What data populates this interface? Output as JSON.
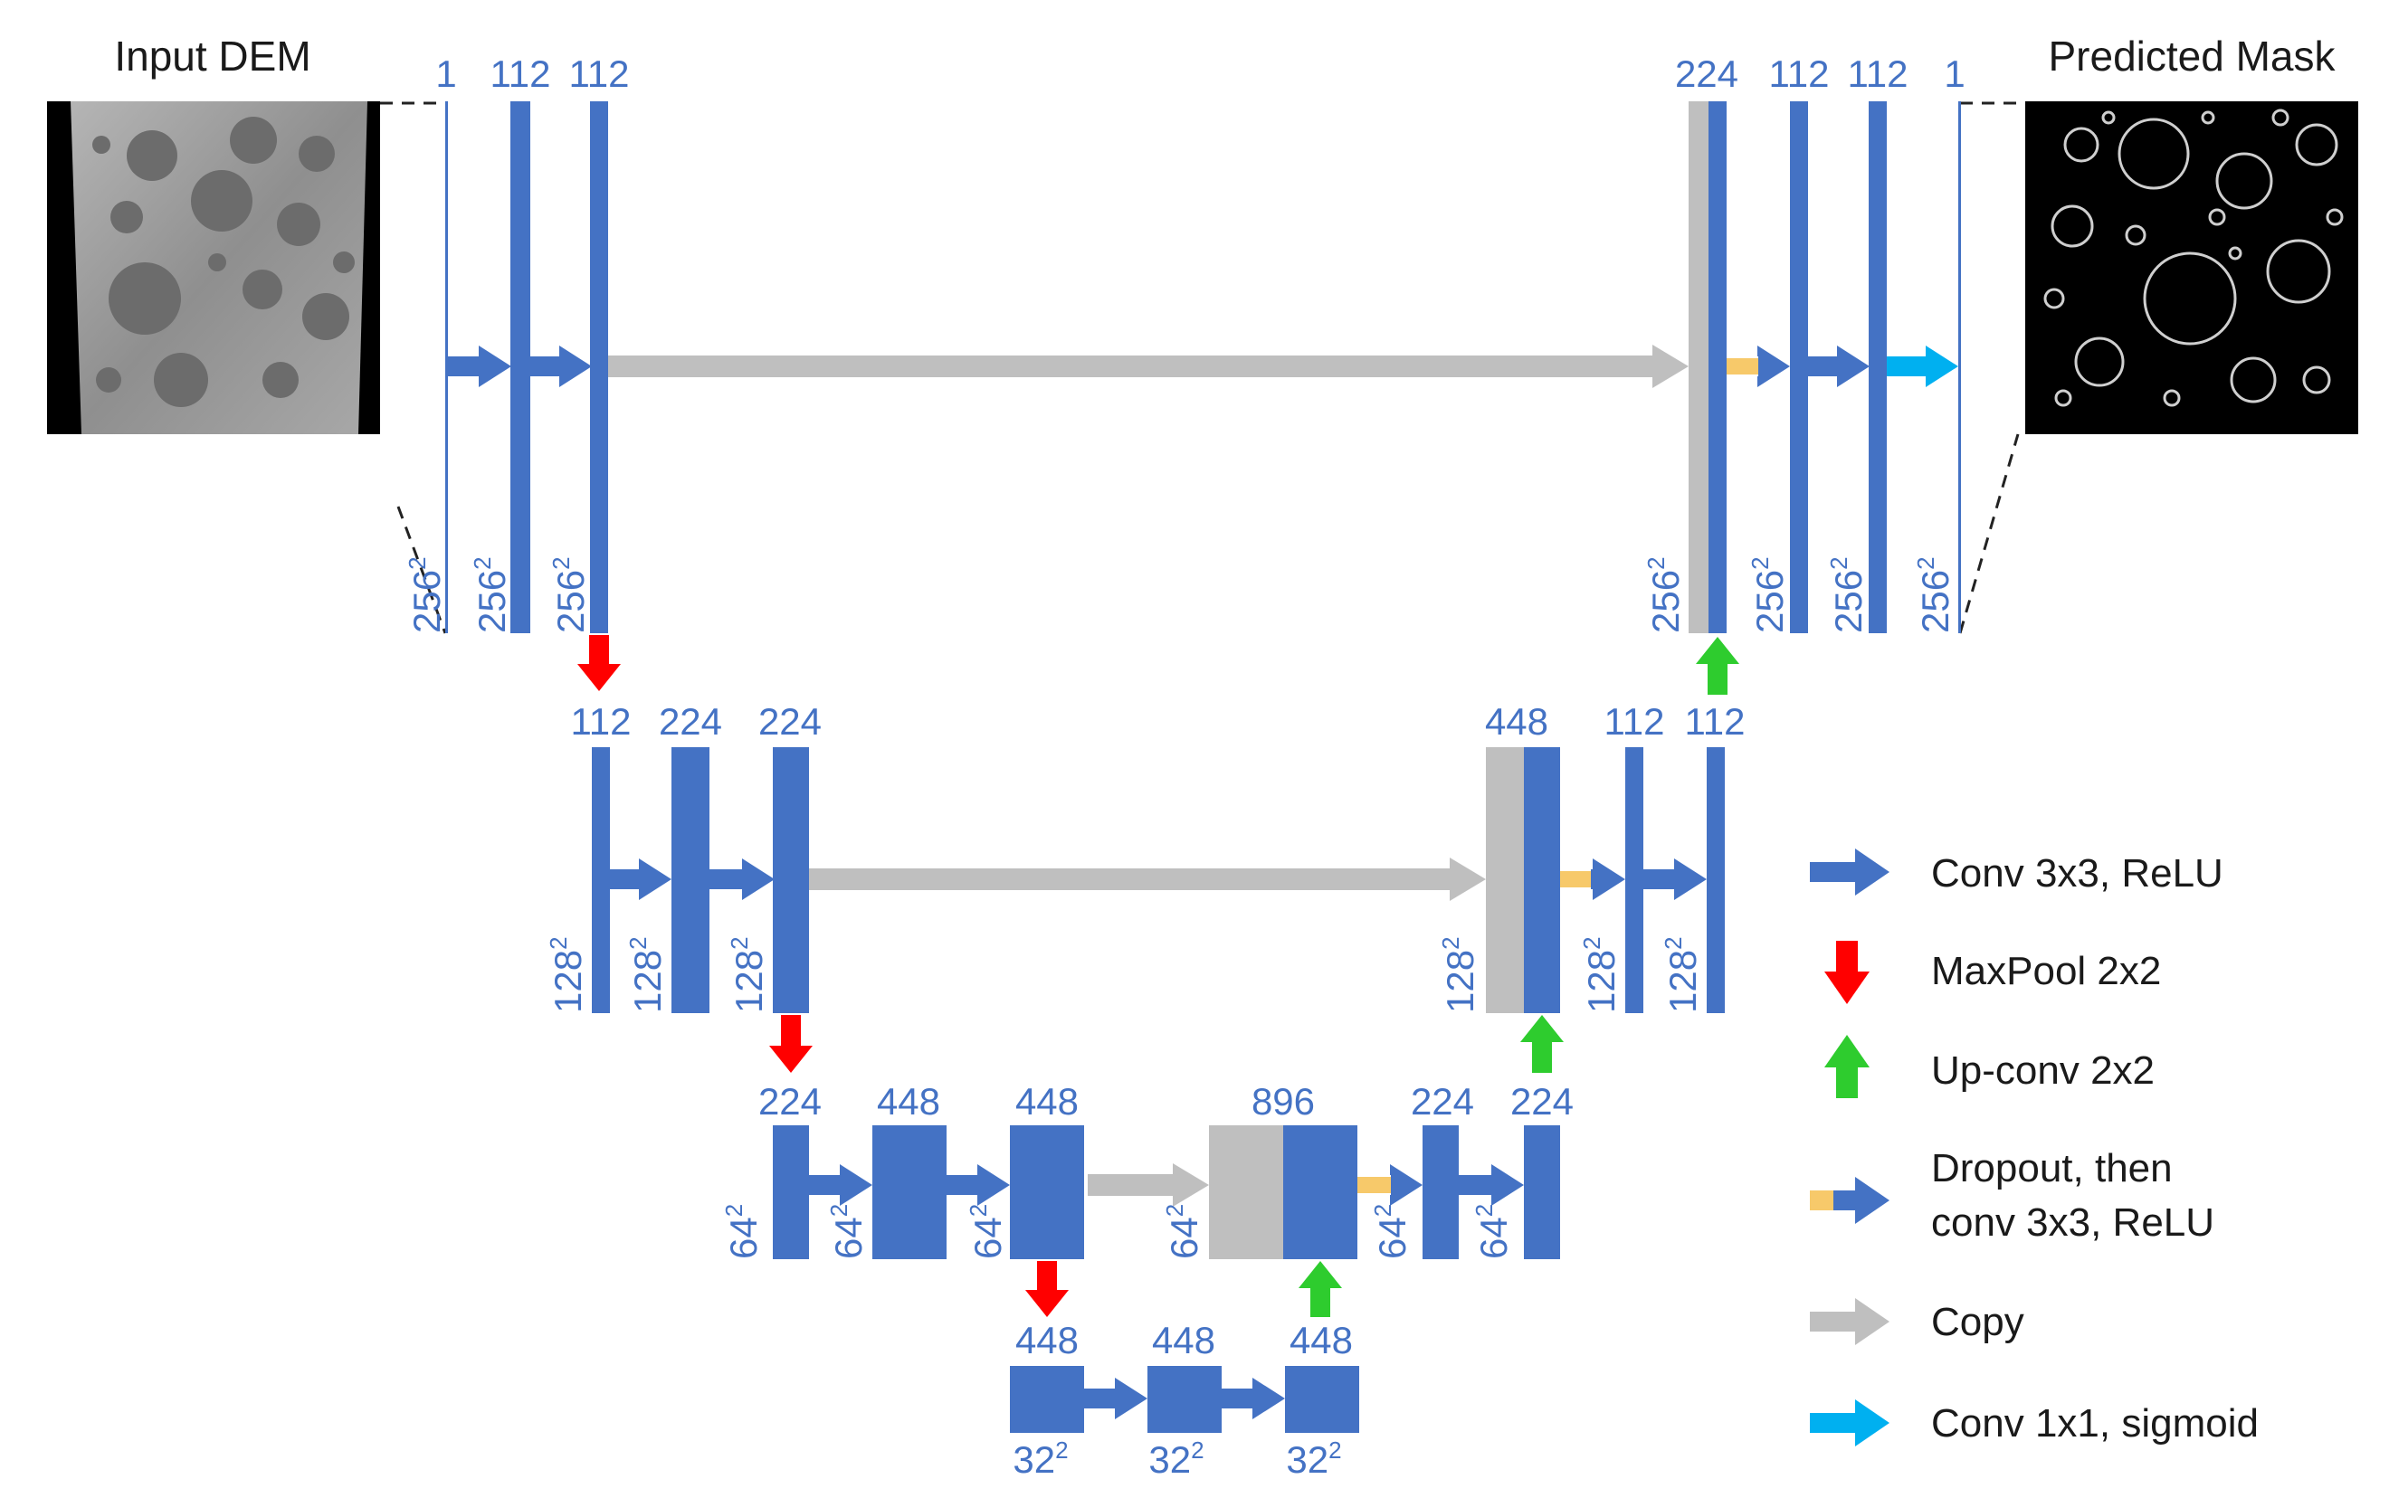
{
  "images": {
    "input_title": "Input DEM",
    "output_title": "Predicted Mask"
  },
  "colors": {
    "layer": "#4472c4",
    "maxpool": "#ff0000",
    "upconv": "#2ecc2e",
    "copy": "#bfbfbf",
    "dropout": "#f7c96a",
    "conv1x1": "#00b0f0"
  },
  "level1": {
    "left": {
      "channels": [
        "1",
        "112",
        "112"
      ],
      "size": [
        "256",
        "256",
        "256"
      ],
      "exp": [
        "2",
        "2",
        "2"
      ]
    },
    "right": {
      "channels": [
        "224",
        "112",
        "112",
        "1"
      ],
      "size": [
        "256",
        "256",
        "256",
        "256"
      ],
      "exp": [
        "2",
        "2",
        "2",
        "2"
      ]
    }
  },
  "level2": {
    "left": {
      "channels": [
        "112",
        "224",
        "224"
      ],
      "size": [
        "128",
        "128",
        "128"
      ],
      "exp": [
        "2",
        "2",
        "2"
      ]
    },
    "right": {
      "channels": [
        "448",
        "112",
        "112"
      ],
      "size": [
        "128",
        "128",
        "128"
      ],
      "exp": [
        "2",
        "2",
        "2"
      ]
    }
  },
  "level3": {
    "left": {
      "channels": [
        "224",
        "448",
        "448"
      ],
      "size": [
        "64",
        "64",
        "64"
      ],
      "exp": [
        "2",
        "2",
        "2"
      ]
    },
    "right": {
      "channels": [
        "896",
        "224",
        "224"
      ],
      "size": [
        "64",
        "64",
        "64"
      ],
      "exp": [
        "2",
        "2",
        "2"
      ]
    }
  },
  "level4": {
    "channels": [
      "448",
      "448",
      "448"
    ],
    "size": [
      "32",
      "32",
      "32"
    ],
    "exp": [
      "2",
      "2",
      "2"
    ]
  },
  "legend": {
    "conv": "Conv 3x3, ReLU",
    "maxpool": "MaxPool 2x2",
    "upconv": "Up-conv 2x2",
    "dropout_line1": "Dropout, then",
    "dropout_line2": "conv 3x3, ReLU",
    "copy": "Copy",
    "conv1x1": "Conv 1x1, sigmoid"
  }
}
